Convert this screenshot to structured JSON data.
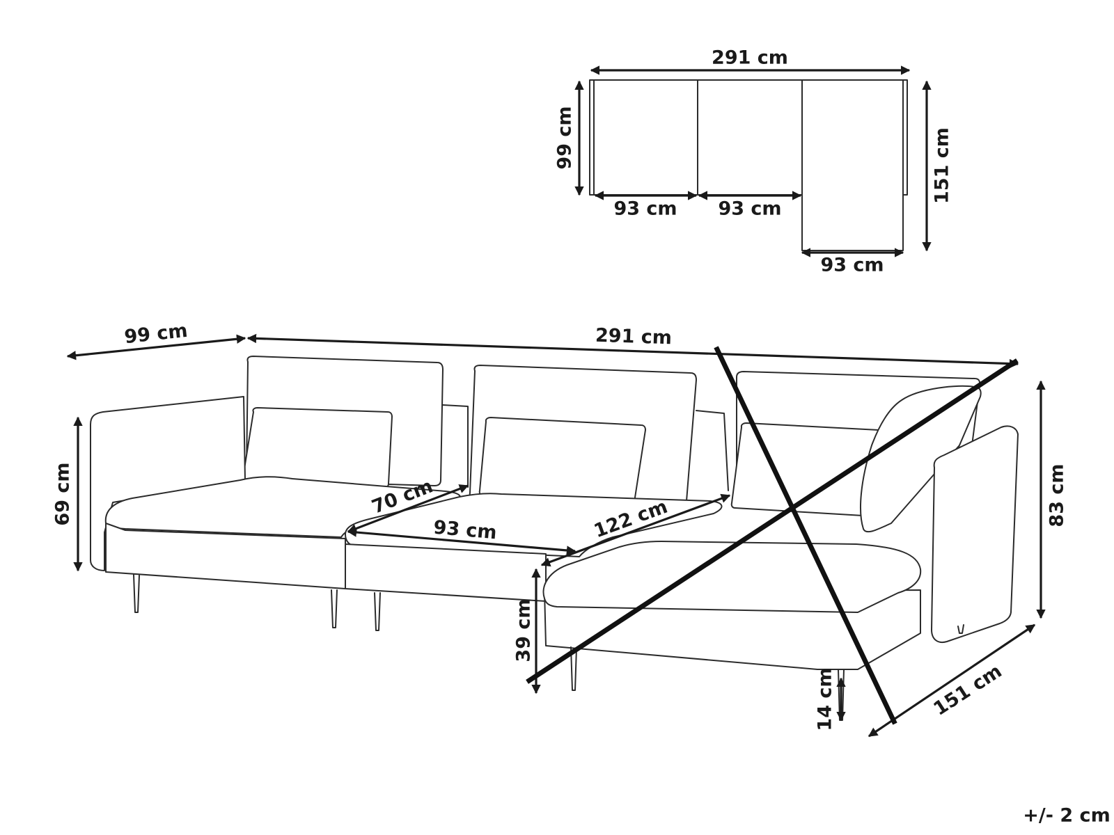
{
  "plan_view": {
    "overall_width": "291 cm",
    "depth": "99 cm",
    "chaise_depth": "151 cm",
    "seat_1_width": "93 cm",
    "seat_2_width": "93 cm",
    "chaise_width": "93 cm"
  },
  "front_view": {
    "depth": "99 cm",
    "overall_width": "291 cm",
    "armrest_height": "69 cm",
    "seat_depth": "70 cm",
    "seat_width": "93 cm",
    "chaise_seat_length": "122 cm",
    "total_height": "83 cm",
    "seat_height": "39 cm",
    "leg_height": "14 cm",
    "chaise_length": "151 cm"
  },
  "tolerance": "+/- 2 cm",
  "colors": {
    "line": "#2b2b2b",
    "dimension": "#1a1a1a",
    "background": "#ffffff"
  }
}
